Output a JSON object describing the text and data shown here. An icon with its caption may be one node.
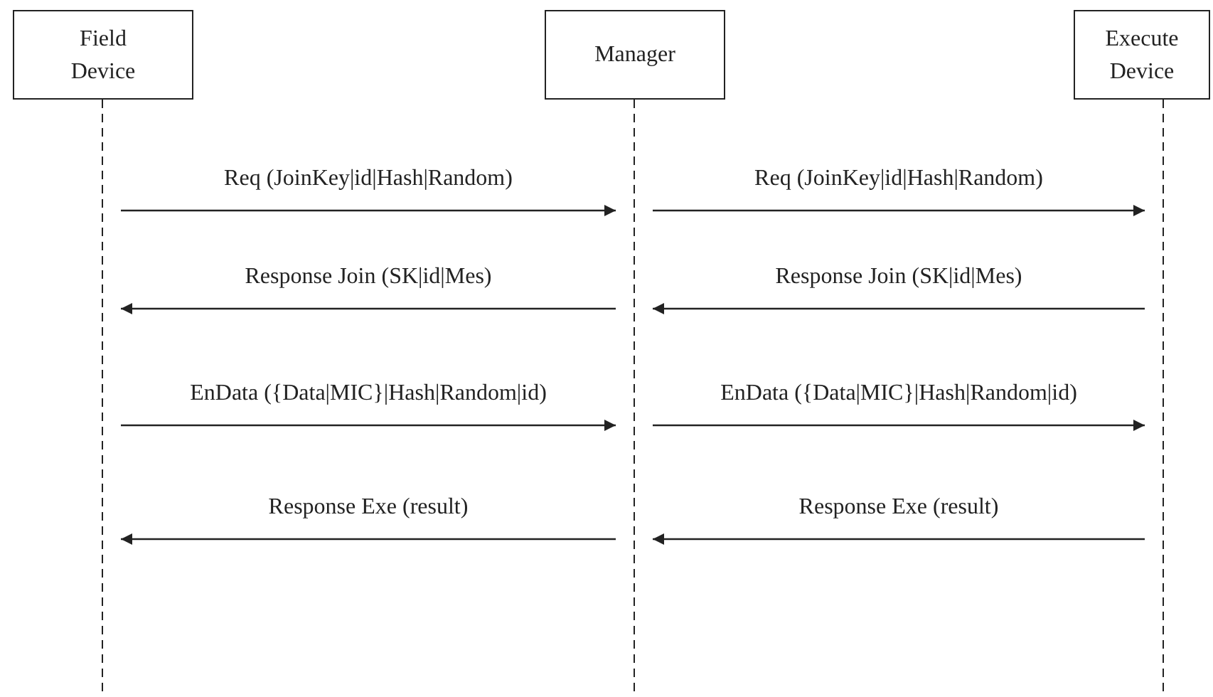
{
  "diagram": {
    "nodes": [
      {
        "text": [
          "Field Device"
        ]
      },
      {
        "text": [
          "Manager"
        ]
      },
      {
        "text": [
          "Execute Device"
        ]
      }
    ],
    "edges": [
      {
        "from": 0,
        "to": 1,
        "arrow": "to",
        "label": "Req (JoinKey|id|Hash|Random)"
      },
      {
        "from": 1,
        "to": 2,
        "arrow": "to",
        "label": "Req (JoinKey|id|Hash|Random)"
      },
      {
        "from": 1,
        "to": 0,
        "arrow": "to",
        "label": "Response Join (SK|id|Mes)"
      },
      {
        "from": 2,
        "to": 1,
        "arrow": "to",
        "label": "Response Join (SK|id|Mes)"
      },
      {
        "from": 0,
        "to": 1,
        "arrow": "to",
        "label": "EnData ({Data|MIC}|Hash|Random|id)"
      },
      {
        "from": 1,
        "to": 2,
        "arrow": "to",
        "label": "EnData ({Data|MIC}|Hash|Random|id)"
      },
      {
        "from": 1,
        "to": 0,
        "arrow": "to",
        "label": "Response Exe (result)"
      },
      {
        "from": 2,
        "to": 1,
        "arrow": "to",
        "label": "Response Exe (result)"
      }
    ]
  }
}
